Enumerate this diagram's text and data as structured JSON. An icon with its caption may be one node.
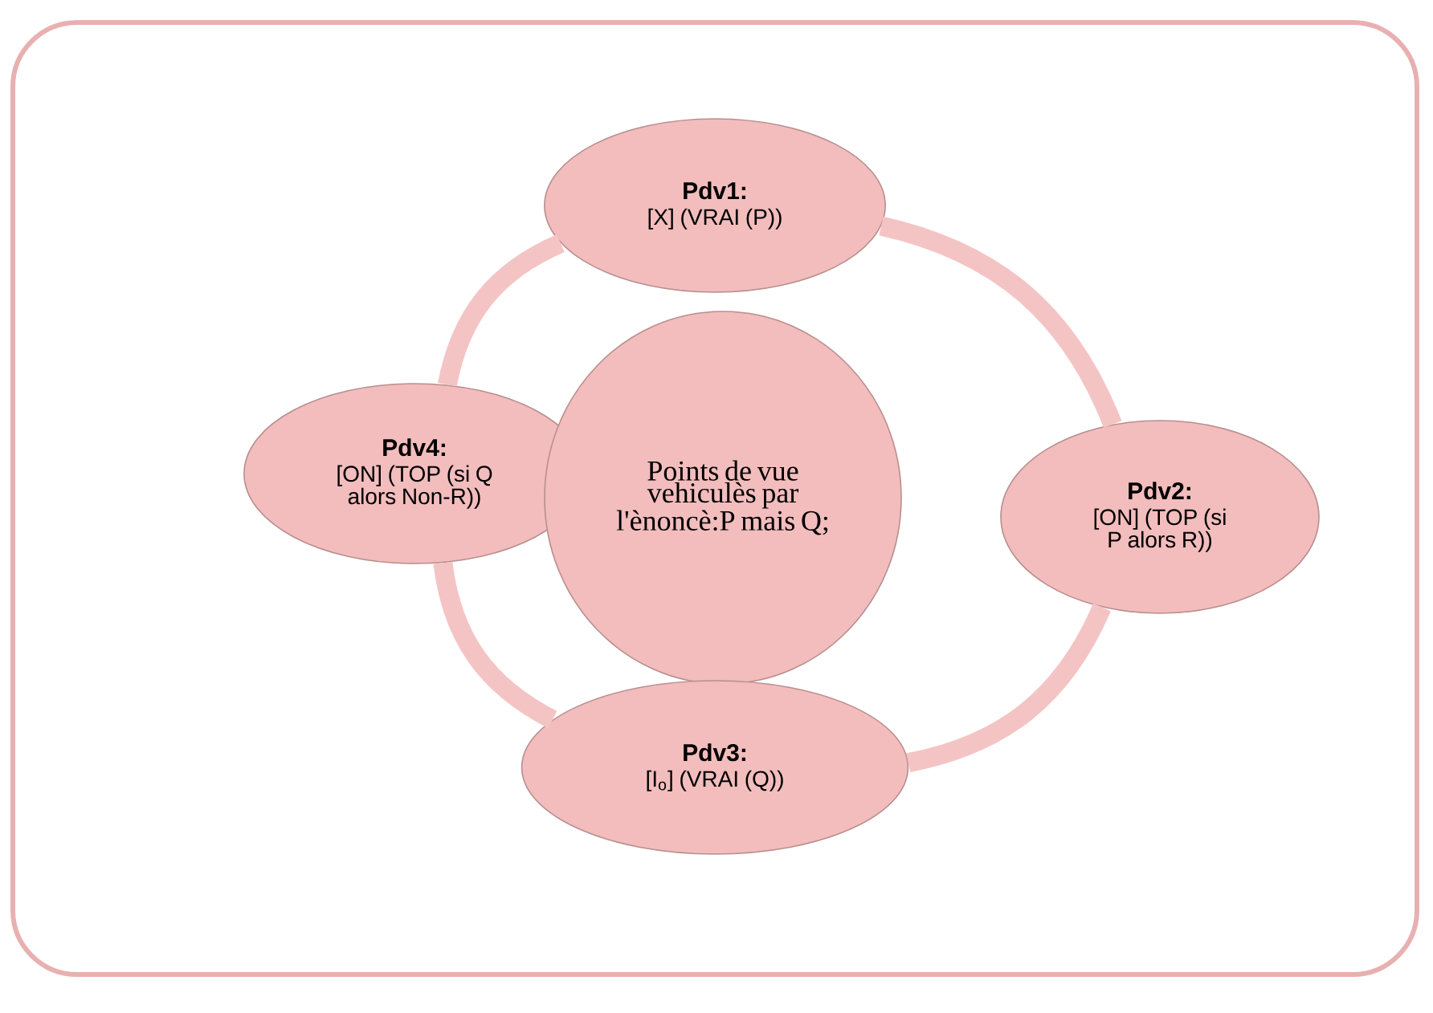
{
  "diagram": {
    "nodes": [
      {
        "text": [
          "Pdv1:",
          "[X] (VRAI (P))"
        ]
      },
      {
        "text": [
          "Pdv4:",
          "[ON] (TOP (si Q alors Non-R))"
        ]
      },
      {
        "text": [
          "Points de vue vehiculès par l'ènoncè:P mais Q;"
        ]
      },
      {
        "text": [
          "Pdv2:",
          "[ON] (TOP (si P alors R))"
        ]
      },
      {
        "text": [
          "Pdv3:",
          "[I$_{o}$] (VRAI (Q))"
        ]
      }
    ],
    "edges": [
      {
        "from": 0,
        "to": 3,
        "arrow": "none"
      },
      {
        "from": 3,
        "to": 4,
        "arrow": "none"
      },
      {
        "from": 4,
        "to": 1,
        "arrow": "none"
      },
      {
        "from": 1,
        "to": 0,
        "arrow": "none"
      }
    ]
  }
}
